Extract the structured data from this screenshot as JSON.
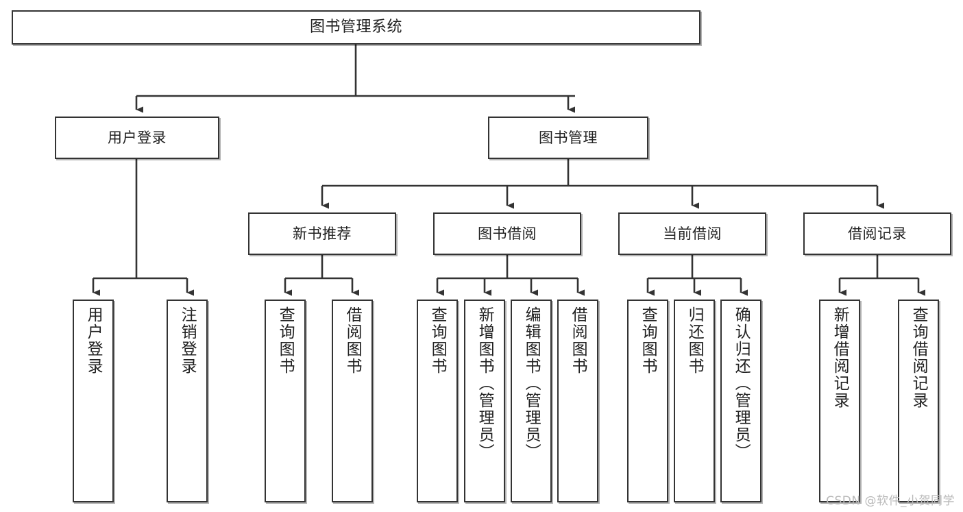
{
  "diagram": {
    "title": "图书管理系统",
    "type": "tree",
    "watermark": "CSDN @软件_小贺同学",
    "colors": {
      "background": "#ffffff",
      "border": "#333333",
      "text": "#222222",
      "edge": "#333333",
      "watermark": "#b9b9b9"
    },
    "nodes": {
      "root": {
        "label": "图书管理系统"
      },
      "level1": [
        {
          "label": "用户登录"
        },
        {
          "label": "图书管理"
        }
      ],
      "level2": [
        {
          "label": "新书推荐"
        },
        {
          "label": "图书借阅"
        },
        {
          "label": "当前借阅"
        },
        {
          "label": "借阅记录"
        }
      ],
      "leaves": {
        "user_login": [
          {
            "label": "用户登录"
          },
          {
            "label": "注销登录"
          }
        ],
        "new_book_recommend": [
          {
            "label": "查询图书"
          },
          {
            "label": "借阅图书"
          }
        ],
        "book_borrow": [
          {
            "label": "查询图书"
          },
          {
            "label": "新增图书（管理员）"
          },
          {
            "label": "编辑图书（管理员）"
          },
          {
            "label": "借阅图书"
          }
        ],
        "current_borrow": [
          {
            "label": "查询图书"
          },
          {
            "label": "归还图书"
          },
          {
            "label": "确认归还（管理员）"
          }
        ],
        "borrow_record": [
          {
            "label": "新增借阅记录"
          },
          {
            "label": "查询借阅记录"
          }
        ]
      }
    }
  }
}
